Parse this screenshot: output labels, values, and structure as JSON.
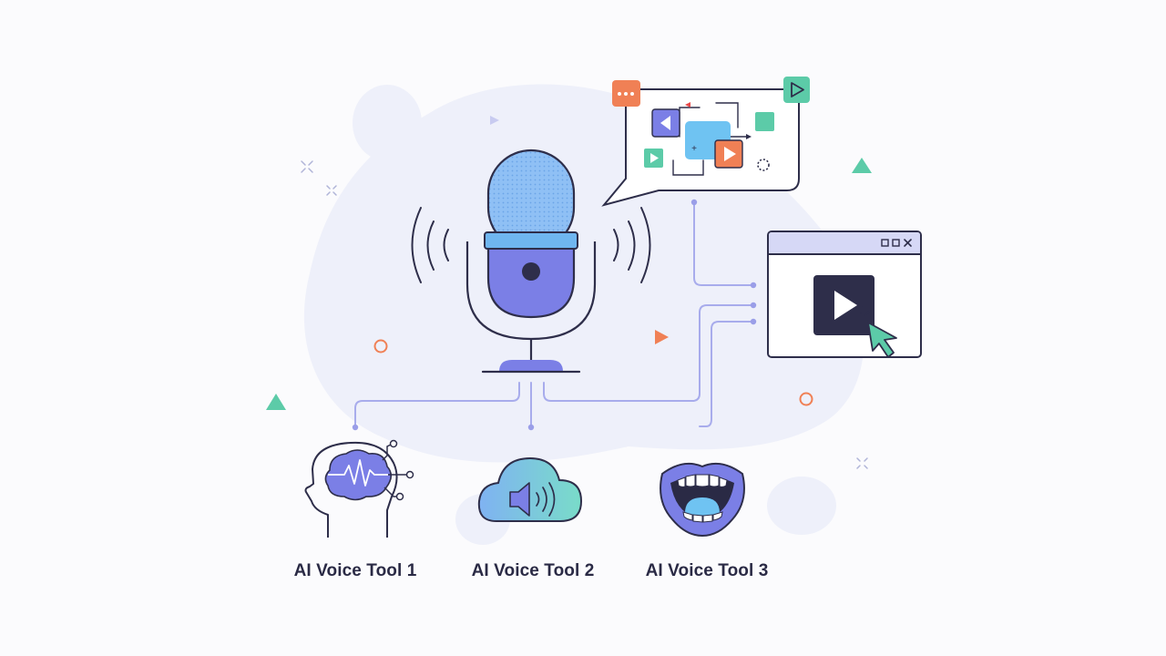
{
  "tools": [
    {
      "label": "AI Voice Tool 1",
      "icon": "brain-head-icon"
    },
    {
      "label": "AI Voice Tool 2",
      "icon": "cloud-speaker-icon"
    },
    {
      "label": "AI Voice Tool 3",
      "icon": "mouth-icon"
    }
  ],
  "colors": {
    "primary": "#7b7fe6",
    "primary_light": "#a6c8ff",
    "accent_orange": "#f08055",
    "accent_green": "#5ccba8",
    "outline": "#2e2e4a",
    "connector": "#a8acec",
    "blob": "#eff1fb"
  }
}
